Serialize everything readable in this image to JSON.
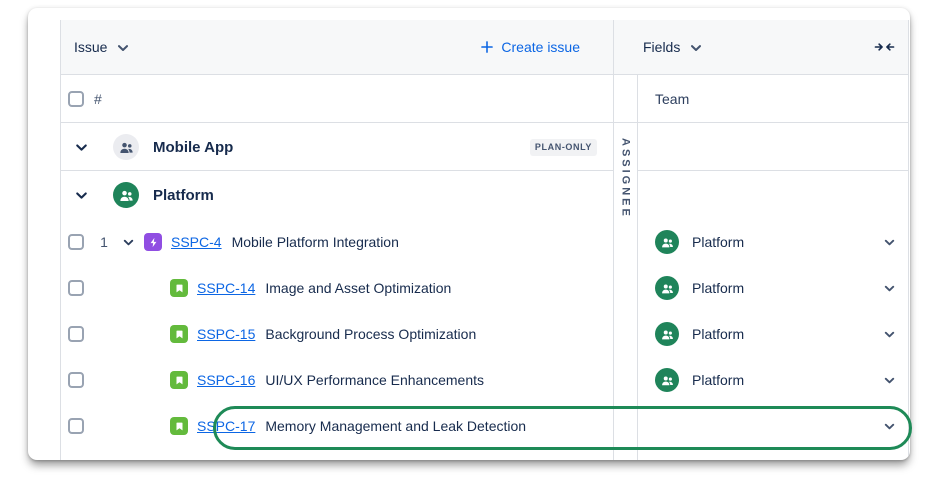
{
  "colors": {
    "accent_blue": "#0C66E4",
    "epic_purple": "#904EE2",
    "story_green": "#63BA3C",
    "team_avatar_green": "#1F845A",
    "annotation_green": "#1E8A57",
    "header_band": "#F7F8F9"
  },
  "icons": {
    "header_left": "chevron-down-icon",
    "create": "plus-icon",
    "collapse": "collapse-columns-icon",
    "group_avatar": "people-group-icon",
    "epic": "epic-lightning-icon",
    "story": "story-bookmark-icon"
  },
  "issue_panel": {
    "title": "Issue",
    "create_button": "Create issue",
    "hash_header": "#",
    "groups": [
      {
        "name": "Mobile App",
        "badge": "PLAN-ONLY"
      },
      {
        "name": "Platform"
      }
    ]
  },
  "assignee_column": {
    "label": "ASSIGNEE"
  },
  "fields_panel": {
    "title": "Fields",
    "team_header": "Team"
  },
  "rows": [
    {
      "num": "1",
      "key": "SSPC-4",
      "summary": "Mobile Platform Integration",
      "type": "epic",
      "team": "Platform"
    },
    {
      "key": "SSPC-14",
      "summary": "Image and Asset Optimization",
      "type": "story",
      "team": "Platform"
    },
    {
      "key": "SSPC-15",
      "summary": "Background Process Optimization",
      "type": "story",
      "team": "Platform"
    },
    {
      "key": "SSPC-16",
      "summary": "UI/UX Performance Enhancements",
      "type": "story",
      "team": "Platform"
    },
    {
      "key": "SSPC-17",
      "summary": "Memory Management and Leak Detection",
      "type": "story",
      "team": ""
    }
  ]
}
